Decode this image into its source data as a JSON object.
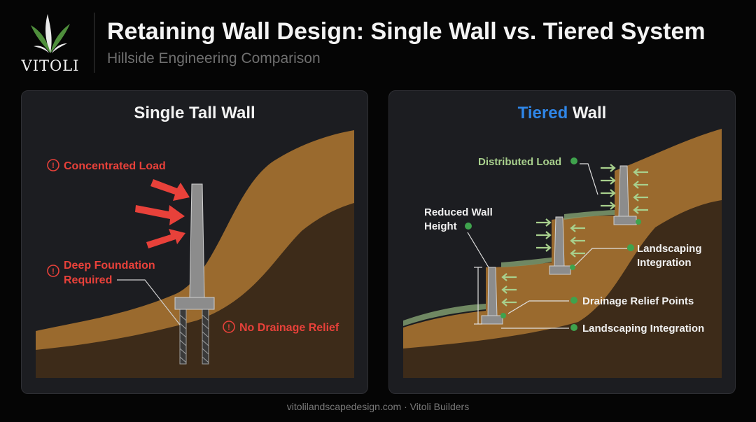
{
  "brand": {
    "name": "VITOLI"
  },
  "header": {
    "title": "Retaining Wall Design: Single Wall  vs.  Tiered System",
    "subtitle": "Hillside Engineering Comparison"
  },
  "left_panel": {
    "title": "Single Tall Wall",
    "labels": {
      "concentrated_load": "Concentrated Load",
      "deep_foundation_line1": "Deep Foundation",
      "deep_foundation_line2": "Required",
      "no_drainage": "No Drainage Relief"
    }
  },
  "right_panel": {
    "title_accent": "Tiered",
    "title_rest": " Wall",
    "labels": {
      "distributed_load": "Distributed Load",
      "reduced_height_line1": "Reduced Wall",
      "reduced_height_line2": "Height",
      "landscaping_line1": "Landscaping",
      "landscaping_line2": "Integration",
      "drainage_points": "Drainage Relief Points",
      "landscaping_integration": "Landscaping Integration"
    }
  },
  "colors": {
    "red": "#e8413a",
    "green": "#3fa34d",
    "soil_light": "#9a6a2e",
    "soil_dark": "#3d2b19",
    "concrete": "#8c8c8c",
    "accent_blue": "#2f86e8"
  },
  "footer": {
    "text": "vitolilandscapedesign.com · Vitoli Builders"
  }
}
